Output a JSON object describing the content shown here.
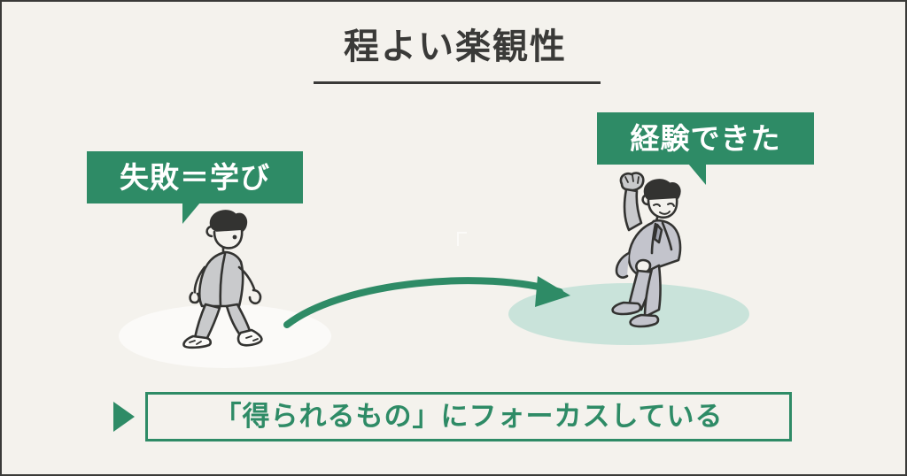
{
  "slide": {
    "title": "程よい楽観性",
    "background_color": "#F4F2ED",
    "accent_color": "#2E8B66",
    "text_color": "#3A3A38"
  },
  "bubbles": [
    {
      "id": "left",
      "text": "失敗＝学び",
      "background_color": "#2E8B66",
      "text_color": "#FFFFFF",
      "tail_direction": "down-left"
    },
    {
      "id": "right",
      "text": "経験できた",
      "background_color": "#2E8B66",
      "text_color": "#FFFFFF",
      "tail_direction": "down-right"
    }
  ],
  "figures": [
    {
      "id": "walking",
      "name": "walking-person-illustration",
      "pose": "walking"
    },
    {
      "id": "celebrating",
      "name": "celebrating-person-illustration",
      "pose": "fist-raised"
    }
  ],
  "grounds": [
    {
      "id": "left",
      "color": "#FBFAF8"
    },
    {
      "id": "right",
      "color": "#C9E3DA"
    }
  ],
  "arrow": {
    "name": "curved-progress-arrow",
    "color": "#2E8B66",
    "from": "left-figure",
    "to": "right-figure"
  },
  "banner": {
    "text": "「得られるもの」にフォーカスしている",
    "border_color": "#2E8B66",
    "text_color": "#2E8B66",
    "marker": "triangle-right"
  }
}
